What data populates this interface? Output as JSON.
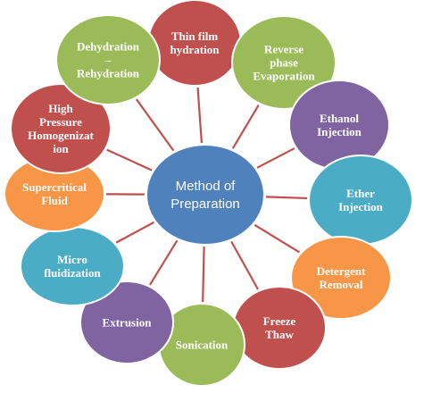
{
  "center": {
    "lines": [
      "Method of",
      "Preparation"
    ],
    "color": "#4F81BD"
  },
  "nodes": [
    {
      "lines": [
        "Thin film",
        "hydration"
      ],
      "color": "#C0504D"
    },
    {
      "lines": [
        "Reverse",
        "phase",
        "Evaporation"
      ],
      "color": "#9BBB59"
    },
    {
      "lines": [
        "Ethanol",
        "Injection"
      ],
      "color": "#8064A2"
    },
    {
      "lines": [
        "Ether",
        "Injection"
      ],
      "color": "#4BACC6"
    },
    {
      "lines": [
        "Detergent",
        "Removal"
      ],
      "color": "#F79646"
    },
    {
      "lines": [
        "Freeze",
        "Thaw"
      ],
      "color": "#C0504D"
    },
    {
      "lines": [
        "Sonication"
      ],
      "color": "#9BBB59"
    },
    {
      "lines": [
        "Extrusion"
      ],
      "color": "#8064A2"
    },
    {
      "lines": [
        "Micro",
        "fluidization"
      ],
      "color": "#4BACC6"
    },
    {
      "lines": [
        "Supercritical",
        "Fluid"
      ],
      "color": "#F79646"
    },
    {
      "lines": [
        "High",
        "Pressure",
        "Homogenizat",
        "ion"
      ],
      "color": "#C0504D"
    },
    {
      "lines": [
        "Dehydration",
        "–",
        "Rehydration"
      ],
      "color": "#9BBB59"
    }
  ],
  "connector_color": "#C0504D"
}
